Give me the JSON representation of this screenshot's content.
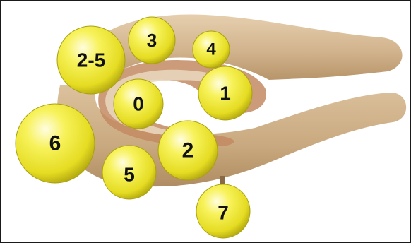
{
  "diagram": {
    "colors": {
      "tube_body": "#d2b48e",
      "tube_top": "#e2c9a6",
      "tube_shadow": "#b8956a",
      "inner_layer": "#b9805a",
      "ball_fill": "#f2ec3a",
      "ball_highlight": "#fffbb0",
      "ball_edge": "#a9a010",
      "label": "#111111"
    },
    "ball_labels": {
      "b25": "2-5",
      "b3": "3",
      "b4": "4",
      "b0": "0",
      "b1": "1",
      "b6": "6",
      "b2": "2",
      "b5": "5",
      "b7": "7"
    }
  }
}
